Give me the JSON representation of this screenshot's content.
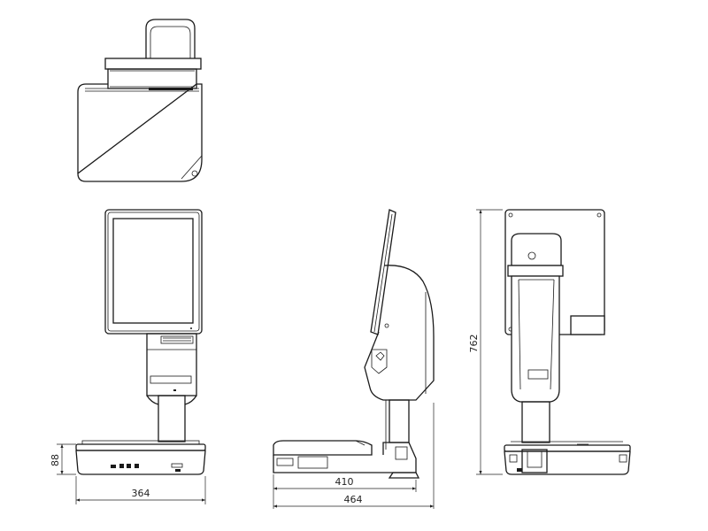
{
  "drawing": {
    "dimensions": {
      "front_height": "88",
      "front_width": "364",
      "side_depth_base": "410",
      "side_depth_total": "464",
      "rear_height_total": "762"
    }
  }
}
